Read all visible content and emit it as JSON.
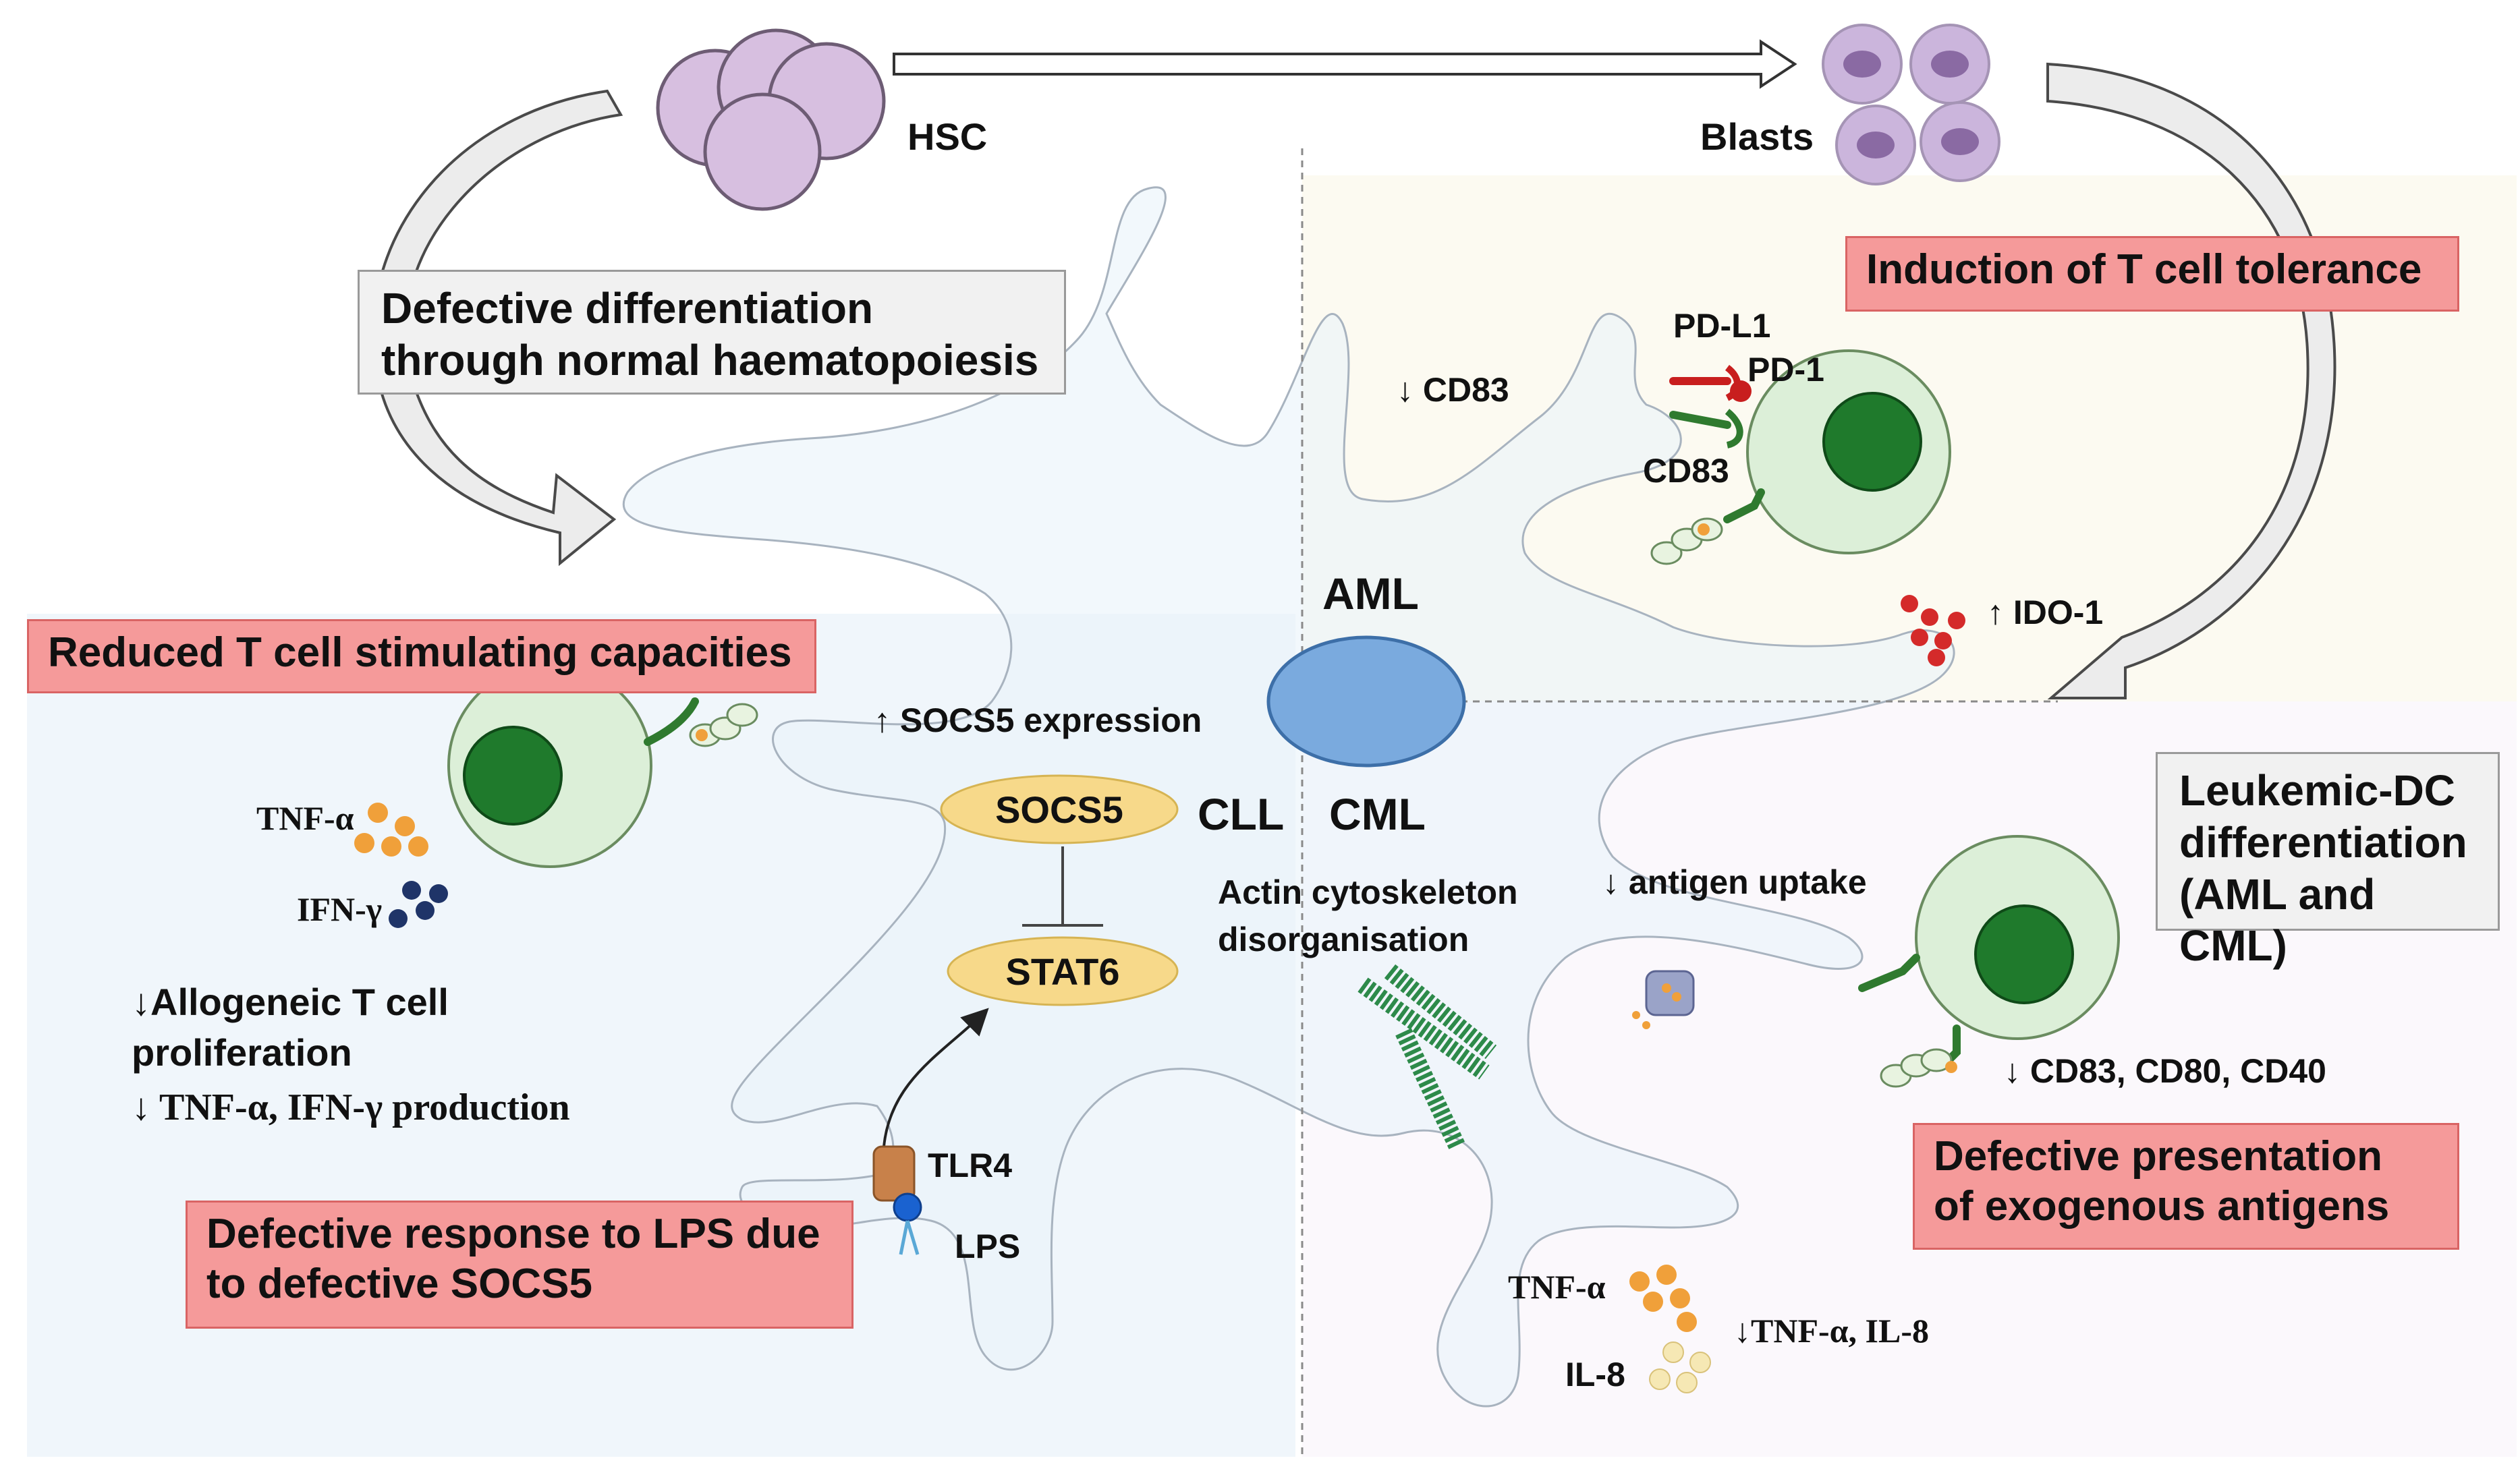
{
  "cells": {
    "hsc_label": "HSC",
    "blasts_label": "Blasts"
  },
  "boxes": {
    "defective_differentiation": "Defective differentiation\nthrough normal haematopoiesis",
    "induction_tolerance": "Induction of T cell tolerance",
    "reduced_stimulating": "Reduced T cell stimulating capacities",
    "leukemic_dc": "Leukemic-DC\ndifferentiation\n(AML and CML)",
    "defective_presentation": "Defective presentation\nof exogenous antigens",
    "defective_lps": "Defective response to LPS due\nto defective SOCS5"
  },
  "quadrants": {
    "aml": "AML",
    "cll": "CLL",
    "cml": "CML"
  },
  "aml_panel": {
    "cd83_down": "↓ CD83",
    "pdl1": "PD-L1",
    "pd1": "PD-1",
    "cd83": "CD83",
    "ido1": "↑ IDO-1"
  },
  "cll_panel": {
    "socs5_expression": "↑ SOCS5 expression",
    "socs5": "SOCS5",
    "stat6": "STAT6",
    "tnf_alpha": "TNF-α",
    "ifn_gamma": "IFN-γ",
    "allogeneic_line1": "↓Allogeneic T cell",
    "allogeneic_line2": "proliferation",
    "production": "↓ TNF-α, IFN-γ production",
    "tlr4": "TLR4",
    "lps": "LPS"
  },
  "cml_panel": {
    "actin_line1": "Actin cytoskeleton",
    "actin_line2": "disorganisation",
    "antigen_uptake": "↓ antigen uptake",
    "costim": "↓ CD83, CD80, CD40",
    "tnf_alpha": "TNF-α",
    "il8": "IL-8",
    "tnf_il8_down": "↓TNF-α, IL-8"
  },
  "colors": {
    "red_box": "#f59a9a",
    "grey_box": "#f1f1f1",
    "t_cell_body": "#dcefd8",
    "t_cell_nucleus": "#1f7a2c",
    "hsc": "#d7bfe0",
    "nucleus_center": "#7aaade",
    "socs5_fill": "#f7d98a",
    "tnf_dots": "#f0a03a",
    "ifn_dots": "#1f3468",
    "ido_dots": "#d42a2a"
  }
}
